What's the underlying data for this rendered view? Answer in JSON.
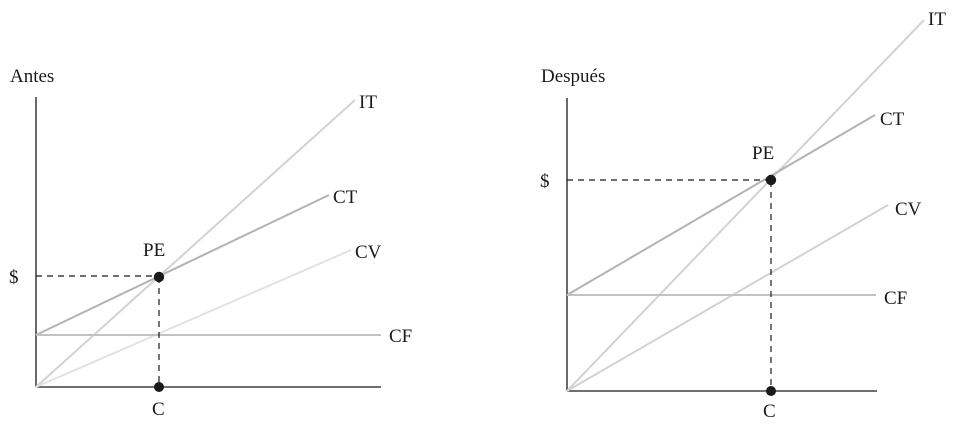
{
  "panels": [
    {
      "id": "antes",
      "title": "Antes",
      "labels": {
        "it": "IT",
        "ct": "CT",
        "cv": "CV",
        "cf": "CF",
        "pe": "PE",
        "dollar": "$",
        "c": "C"
      },
      "colors": {
        "it": "#d2d2d2",
        "ct": "#b3b3b3",
        "cv": "#e2e2e2",
        "cf": "#c2c2c2"
      }
    },
    {
      "id": "despues",
      "title": "Después",
      "labels": {
        "it": "IT",
        "ct": "CT",
        "cv": "CV",
        "cf": "CF",
        "pe": "PE",
        "dollar": "$",
        "c": "C"
      },
      "colors": {
        "it": "#d2d2d2",
        "ct": "#b3b3b3",
        "cv": "#d2d2d2",
        "cf": "#c2c2c2"
      }
    }
  ]
}
